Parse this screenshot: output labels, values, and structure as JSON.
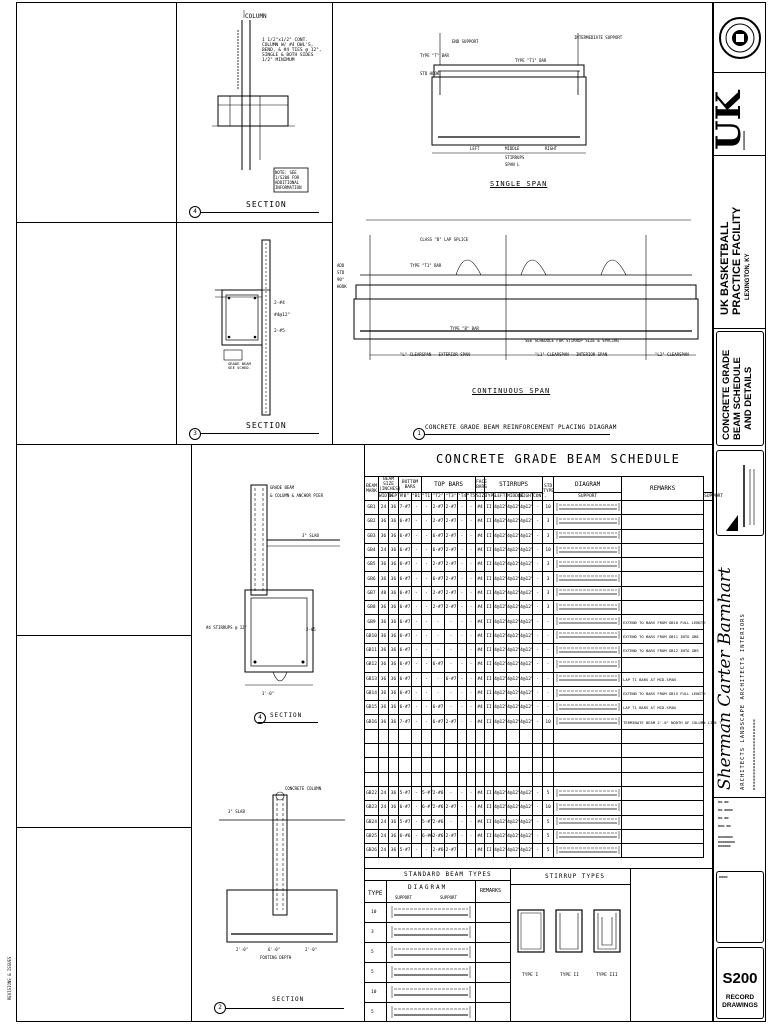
{
  "detail4": {
    "number": "4",
    "title": "SECTION",
    "callout_top": "COLUMN",
    "callout_main": "1 1/2\"x1/2\" CONT. COLUMN W/ #4 DWL'S, BEND, & #4 TIES @ 12\", SINGLE & BOTH SIDES 1/2\" MINIMUM",
    "note": "NOTE: SEE 1/S200 FOR ADDITIONAL INFORMATION"
  },
  "detail3": {
    "number": "3",
    "title": "SECTION",
    "labels": [
      "2-#4",
      "#4@12\"",
      "2-#5",
      "GRADE BEAM SEE SCHED."
    ]
  },
  "detail1": {
    "number": "1",
    "title": "CONCRETE GRADE BEAM REINFORCEMENT PLACING DIAGRAM",
    "single_span": "SINGLE SPAN",
    "continuous_span": "CONTINUOUS SPAN",
    "single_labels": [
      "END SUPPORT",
      "INTERMEDIATE SUPPORT",
      "TYPE \"T\" BAR",
      "TYPE \"T1\" BAR",
      "STD HOOK",
      "LEFT",
      "MIDDLE",
      "RIGHT",
      "STIRRUPS",
      "SPAN L"
    ],
    "cont_labels": [
      "CLASS \"B\" LAP SPLICE",
      "TYPE \"T1\" BAR",
      "TYPE \"B\" BAR",
      "ADD STD 90° HOOK",
      "SEE SCHEDULE FOR STIRRUP SIZE & SPACING",
      "\"L\" CLEARSPAN - EXTERIOR SPAN",
      "\"L1\" CLEARSPAN - INTERIOR SPAN",
      "\"L2\" CLEARSPAN"
    ]
  },
  "detail_lower_top": {
    "number": "4",
    "title": "SECTION",
    "labels": [
      "GRADE BEAM",
      "& COLUMN & ANCHOR PIER",
      "#4 STIRRUPS @ 12\"",
      "2-#5",
      "3'-0\"",
      "3\" SLAB"
    ]
  },
  "detail_lower_bot": {
    "number": "2",
    "title": "SECTION",
    "labels": [
      "CONCRETE COLUMN",
      "3\" SLAB",
      "2'-0\"",
      "6'-0\"",
      "2'-0\"",
      "FOOTING DEPTH"
    ]
  },
  "schedule": {
    "title": "CONCRETE GRADE BEAM SCHEDULE",
    "head_groups": [
      "BEAM MARK",
      "BEAM SIZE (INCHES)",
      "BOTTOM BARS",
      "TOP BARS",
      "FACE BARS",
      "STIRRUPS",
      "STD TYPE",
      "DIAGRAM",
      "REMARKS"
    ],
    "sub_heads": [
      "WIDTH",
      "DEPTH",
      "\"B\"",
      "\"B1\"",
      "\"T1\"",
      "\"T2\"",
      "\"T3\"",
      "\"T4\"",
      "\"T5\"",
      "SIZE",
      "TYPE",
      "LEFT",
      "MIDDLE",
      "RIGHT",
      "CONT.",
      "SUPPORT",
      "SUPPORT"
    ],
    "rows": [
      [
        "GB1",
        "24",
        "36",
        "7-#7",
        "-",
        "-",
        "2-#7",
        "2-#7",
        "-",
        "-",
        "#4",
        "II",
        "4@12\"",
        "4@12\"",
        "4@12\"",
        "-",
        "10",
        "",
        ""
      ],
      [
        "GB2",
        "36",
        "36",
        "6-#7",
        "-",
        "-",
        "2-#7",
        "2-#7",
        "-",
        "-",
        "#4",
        "II",
        "4@12\"",
        "4@12\"",
        "4@12\"",
        "-",
        "3",
        "",
        ""
      ],
      [
        "GB3",
        "36",
        "36",
        "6-#7",
        "-",
        "-",
        "6-#7",
        "2-#7",
        "-",
        "-",
        "#4",
        "II",
        "4@12\"",
        "4@12\"",
        "4@12\"",
        "-",
        "3",
        "",
        ""
      ],
      [
        "GB4",
        "24",
        "36",
        "6-#7",
        "-",
        "-",
        "6-#7",
        "2-#7",
        "-",
        "-",
        "#4",
        "II",
        "4@12\"",
        "4@12\"",
        "4@12\"",
        "-",
        "10",
        "",
        ""
      ],
      [
        "GB5",
        "36",
        "36",
        "6-#7",
        "-",
        "-",
        "2-#7",
        "2-#7",
        "-",
        "-",
        "#4",
        "II",
        "4@12\"",
        "4@12\"",
        "4@12\"",
        "-",
        "3",
        "",
        ""
      ],
      [
        "GB6",
        "36",
        "36",
        "6-#7",
        "-",
        "-",
        "6-#7",
        "2-#7",
        "-",
        "-",
        "#4",
        "II",
        "4@12\"",
        "4@12\"",
        "4@12\"",
        "-",
        "3",
        "",
        ""
      ],
      [
        "GB7",
        "48",
        "36",
        "6-#7",
        "-",
        "-",
        "2-#7",
        "2-#7",
        "-",
        "-",
        "#4",
        "II",
        "4@12\"",
        "4@12\"",
        "4@12\"",
        "-",
        "3",
        "",
        ""
      ],
      [
        "GB8",
        "36",
        "36",
        "6-#7",
        "-",
        "-",
        "2-#7",
        "2-#7",
        "-",
        "-",
        "#4",
        "II",
        "4@12\"",
        "4@12\"",
        "4@12\"",
        "-",
        "3",
        "",
        ""
      ],
      [
        "GB9",
        "36",
        "36",
        "6-#7",
        "-",
        "-",
        "-",
        "-",
        "-",
        "-",
        "#4",
        "II",
        "4@12\"",
        "4@12\"",
        "4@12\"",
        "-",
        "-",
        "",
        "EXTEND TO BARS FROM GB10 FULL LENGTH"
      ],
      [
        "GB10",
        "36",
        "36",
        "6-#7",
        "-",
        "-",
        "-",
        "-",
        "-",
        "-",
        "#4",
        "II",
        "4@12\"",
        "4@12\"",
        "4@12\"",
        "-",
        "-",
        "",
        "EXTEND TO BARS FROM GB11 INTO GB8"
      ],
      [
        "GB11",
        "36",
        "36",
        "6-#7",
        "-",
        "-",
        "-",
        "-",
        "-",
        "-",
        "#4",
        "II",
        "4@12\"",
        "4@12\"",
        "4@12\"",
        "-",
        "-",
        "",
        "EXTEND TO BARS FROM GB12 INTO GB9"
      ],
      [
        "GB12",
        "36",
        "36",
        "6-#7",
        "-",
        "-",
        "6-#7",
        "-",
        "-",
        "-",
        "#4",
        "II",
        "4@12\"",
        "4@12\"",
        "4@12\"",
        "-",
        "-",
        "",
        ""
      ],
      [
        "GB13",
        "36",
        "36",
        "6-#7",
        "-",
        "-",
        "-",
        "6-#7",
        "-",
        "-",
        "#4",
        "II",
        "4@12\"",
        "4@12\"",
        "4@12\"",
        "-",
        "-",
        "",
        "LAP T1 BARS AT MID-SPAN"
      ],
      [
        "GB14",
        "36",
        "36",
        "6-#7",
        "-",
        "-",
        "-",
        "-",
        "-",
        "-",
        "#4",
        "II",
        "4@12\"",
        "4@12\"",
        "4@12\"",
        "-",
        "-",
        "",
        "EXTEND TO BARS FROM GB15 FULL LENGTH"
      ],
      [
        "GB15",
        "36",
        "36",
        "6-#7",
        "-",
        "-",
        "6-#7",
        "-",
        "-",
        "-",
        "#4",
        "II",
        "4@12\"",
        "4@12\"",
        "4@12\"",
        "-",
        "-",
        "",
        "LAP T1 BARS AT MID-SPAN"
      ],
      [
        "GB16",
        "36",
        "36",
        "7-#7",
        "-",
        "-",
        "6-#7",
        "2-#7",
        "-",
        "-",
        "#4",
        "II",
        "4@12\"",
        "4@12\"",
        "4@12\"",
        "-",
        "10",
        "",
        "TERMINATE BEAM 2'-0\" NORTH OF COLUMN LINE 7"
      ],
      [
        "",
        "",
        "",
        "",
        "",
        "",
        "",
        "",
        "",
        "",
        "",
        "",
        "",
        "",
        "",
        "",
        "",
        "",
        ""
      ],
      [
        "",
        "",
        "",
        "",
        "",
        "",
        "",
        "",
        "",
        "",
        "",
        "",
        "",
        "",
        "",
        "",
        "",
        "",
        ""
      ],
      [
        "",
        "",
        "",
        "",
        "",
        "",
        "",
        "",
        "",
        "",
        "",
        "",
        "",
        "",
        "",
        "",
        "",
        "",
        ""
      ],
      [
        "",
        "",
        "",
        "",
        "",
        "",
        "",
        "",
        "",
        "",
        "",
        "",
        "",
        "",
        "",
        "",
        "",
        "",
        ""
      ],
      [
        "GB22",
        "24",
        "36",
        "5-#7",
        "-",
        "5-#7",
        "2-#6",
        "-",
        "-",
        "-",
        "#4",
        "II",
        "4@12\"",
        "4@12\"",
        "4@12\"",
        "-",
        "5",
        "",
        ""
      ],
      [
        "GB23",
        "24",
        "36",
        "6-#7",
        "-",
        "6-#7",
        "2-#6",
        "2-#7",
        "-",
        "-",
        "#4",
        "II",
        "4@12\"",
        "4@12\"",
        "4@12\"",
        "-",
        "10",
        "",
        ""
      ],
      [
        "GB24",
        "24",
        "36",
        "5-#7",
        "-",
        "5-#7",
        "2-#6",
        "-",
        "-",
        "-",
        "#4",
        "II",
        "4@12\"",
        "4@12\"",
        "4@12\"",
        "-",
        "5",
        "",
        ""
      ],
      [
        "GB25",
        "24",
        "36",
        "6-#6",
        "-",
        "6-#6",
        "2-#6",
        "2-#7",
        "-",
        "-",
        "#4",
        "II",
        "4@12\"",
        "4@12\"",
        "4@12\"",
        "-",
        "5",
        "",
        ""
      ],
      [
        "GB26",
        "24",
        "36",
        "5-#7",
        "-",
        "-",
        "2-#6",
        "2-#7",
        "-",
        "-",
        "#4",
        "II",
        "4@12\"",
        "4@12\"",
        "4@12\"",
        "-",
        "5",
        "",
        ""
      ]
    ]
  },
  "standard_beam_types": {
    "title": "STANDARD BEAM TYPES",
    "type_head": "TYPE",
    "diagram_head": "DIAGRAM",
    "support_head": "SUPPORT",
    "remarks_head": "REMARKS",
    "types": [
      "10",
      "3",
      "5",
      "5",
      "10",
      "5"
    ]
  },
  "stirrup_types": {
    "title": "STIRRUP TYPES",
    "labels": [
      "TYPE I",
      "TYPE II",
      "TYPE III"
    ]
  },
  "title_block": {
    "logo_text": "UK",
    "project_line1": "UK BASKETBALL",
    "project_line2": "PRACTICE FACILITY",
    "project_line3": "LEXINGTON, KY",
    "sheet_title1": "CONCRETE GRADE",
    "sheet_title2": "BEAM SCHEDULE",
    "sheet_title3": "AND DETAILS",
    "sheet_number": "S200",
    "sheet_note1": "RECORD",
    "sheet_note2": "DRAWINGS",
    "signature": "Sherman Carter Barnhart",
    "firm_line": "ARCHITECTS  LANDSCAPE ARCHITECTS  INTERIORS"
  }
}
